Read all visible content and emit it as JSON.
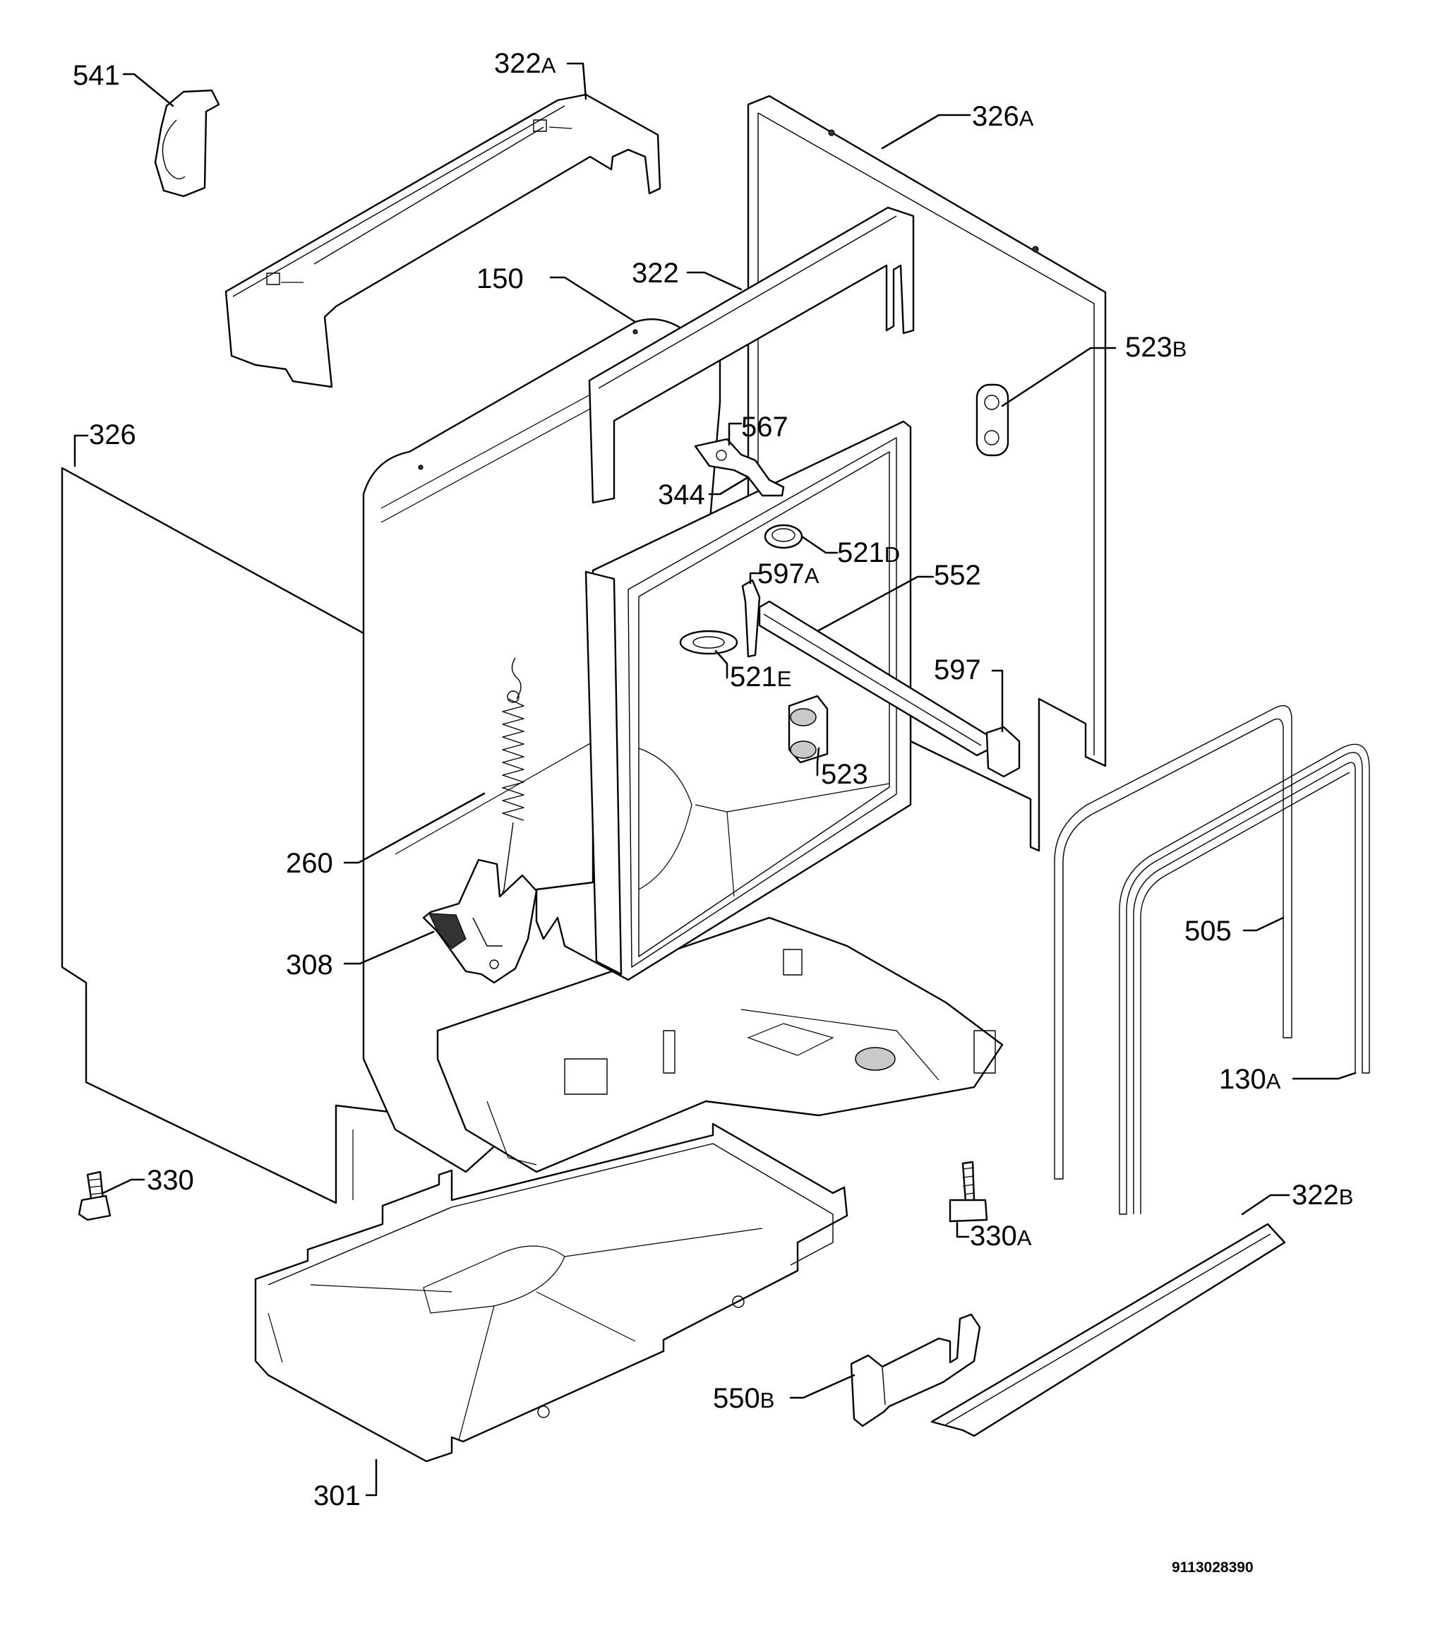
{
  "diagram": {
    "reference_number": "9113028390",
    "callouts": [
      {
        "id": "541",
        "main": "541",
        "suffix": ""
      },
      {
        "id": "322A",
        "main": "322",
        "suffix": "A"
      },
      {
        "id": "326A",
        "main": "326",
        "suffix": "A"
      },
      {
        "id": "150",
        "main": "150",
        "suffix": ""
      },
      {
        "id": "322",
        "main": "322",
        "suffix": ""
      },
      {
        "id": "523B",
        "main": "523",
        "suffix": "B"
      },
      {
        "id": "326",
        "main": "326",
        "suffix": ""
      },
      {
        "id": "567",
        "main": "567",
        "suffix": ""
      },
      {
        "id": "344",
        "main": "344",
        "suffix": ""
      },
      {
        "id": "521D",
        "main": "521",
        "suffix": "D"
      },
      {
        "id": "597A",
        "main": "597",
        "suffix": "A"
      },
      {
        "id": "552",
        "main": "552",
        "suffix": ""
      },
      {
        "id": "521E",
        "main": "521",
        "suffix": "E"
      },
      {
        "id": "597",
        "main": "597",
        "suffix": ""
      },
      {
        "id": "523",
        "main": "523",
        "suffix": ""
      },
      {
        "id": "260",
        "main": "260",
        "suffix": ""
      },
      {
        "id": "505",
        "main": "505",
        "suffix": ""
      },
      {
        "id": "308",
        "main": "308",
        "suffix": ""
      },
      {
        "id": "130A",
        "main": "130",
        "suffix": "A"
      },
      {
        "id": "330",
        "main": "330",
        "suffix": ""
      },
      {
        "id": "322B",
        "main": "322",
        "suffix": "B"
      },
      {
        "id": "330A",
        "main": "330",
        "suffix": "A"
      },
      {
        "id": "550B",
        "main": "550",
        "suffix": "B"
      },
      {
        "id": "301",
        "main": "301",
        "suffix": ""
      }
    ]
  }
}
